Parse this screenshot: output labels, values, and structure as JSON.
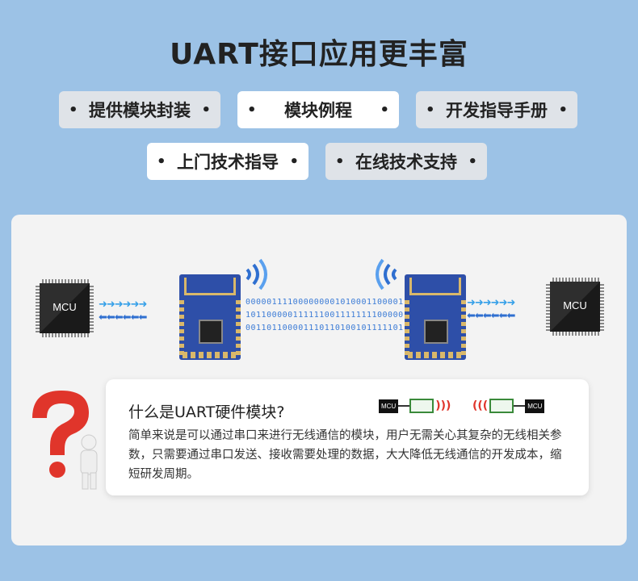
{
  "title": "UART接口应用更丰富",
  "dot": "•",
  "features": {
    "f1": "提供模块封装",
    "f2": "模块例程",
    "f3": "开发指导手册",
    "f4": "上门技术指导",
    "f5": "在线技术支持"
  },
  "diagram": {
    "mcu_left": "MCU",
    "mcu_right": "MCU",
    "binary_lines": [
      "000001111000000001010001100001",
      "101100000111111001111111100000",
      "001101100001110110100101111101"
    ]
  },
  "info": {
    "heading": "什么是UART硬件模块?",
    "body": "简单来说是可以通过串口来进行无线通信的模块，用户无需关心其复杂的无线相关参数，只需要通过串口发送、接收需要处理的数据，大大降低无线通信的开发成本，缩短研发周期。",
    "mini_mcu_left": "MCU",
    "mini_mcu_right": "MCU"
  },
  "colors": {
    "background": "#9cc2e6",
    "accent_blue": "#2f6fd0",
    "question_red": "#e0352b"
  }
}
